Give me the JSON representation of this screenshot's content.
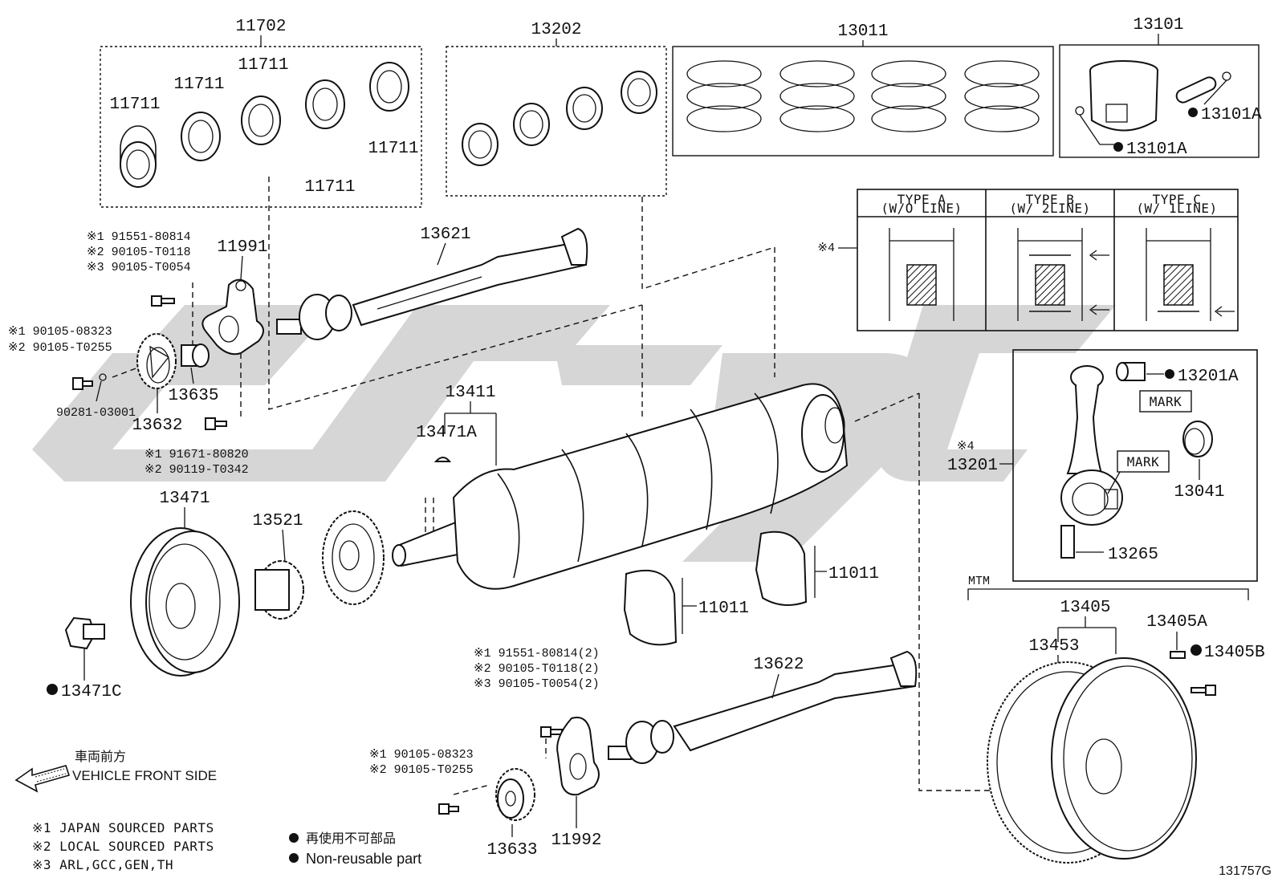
{
  "groups": {
    "g11702": {
      "number": "11702",
      "parts": [
        "11711",
        "11711",
        "11711",
        "11711",
        "11711"
      ]
    },
    "g13202": {
      "number": "13202"
    },
    "g13011": {
      "number": "13011"
    },
    "g13101": {
      "number": "13101",
      "parts": [
        "13101A",
        "13101A"
      ]
    }
  },
  "type_table": {
    "note_ref": "※4",
    "columns": [
      {
        "title": "TYPE A",
        "subtitle": "(W/O LINE)"
      },
      {
        "title": "TYPE B",
        "subtitle": "(W/ 2LINE)"
      },
      {
        "title": "TYPE C",
        "subtitle": "(W/ 1LINE)"
      }
    ]
  },
  "labels": {
    "p13621": "13621",
    "p11991": "11991",
    "bolt_top": [
      "※1 91551-80814",
      "※2 90105-T0118",
      "※3 90105-T0054"
    ],
    "bolt_left": [
      "※1 90105-08323",
      "※2 90105-T0255"
    ],
    "p90281": "90281-03001",
    "p13635": "13635",
    "p13632": "13632",
    "bolt_bottom": [
      "※1 91671-80820",
      "※2 90119-T0342"
    ],
    "p13411": "13411",
    "p13471A": "13471A",
    "p13471": "13471",
    "p13521": "13521",
    "p13471C": "13471C",
    "p11011a": "11011",
    "p11011b": "11011",
    "p13622": "13622",
    "bolt_mid": [
      "※1 91551-80814(2)",
      "※2 90105-T0118(2)",
      "※3 90105-T0054(2)"
    ],
    "bolt_low": [
      "※1 90105-08323",
      "※2 90105-T0255"
    ],
    "p13633": "13633",
    "p11992": "11992",
    "p13201": "13201",
    "p13201_note": "※4",
    "p13201A": "13201A",
    "p13041": "13041",
    "p13265": "13265",
    "mark1": "MARK",
    "mark2": "MARK",
    "mtm": "MTM",
    "p13405": "13405",
    "p13453": "13453",
    "p13405A": "13405A",
    "p13405B": "13405B"
  },
  "legend": {
    "vehicle_front_jp": "車両前方",
    "vehicle_front_en": "VEHICLE FRONT SIDE",
    "notes": [
      "※1 JAPAN SOURCED PARTS",
      "※2 LOCAL SOURCED PARTS",
      "※3 ARL,GCC,GEN,TH"
    ],
    "nonreusable_jp": "再使用不可部品",
    "nonreusable_en": "Non-reusable part"
  },
  "figure_id": "131757G",
  "colors": {
    "ink": "#111111",
    "watermark": "#cfcfcf"
  }
}
